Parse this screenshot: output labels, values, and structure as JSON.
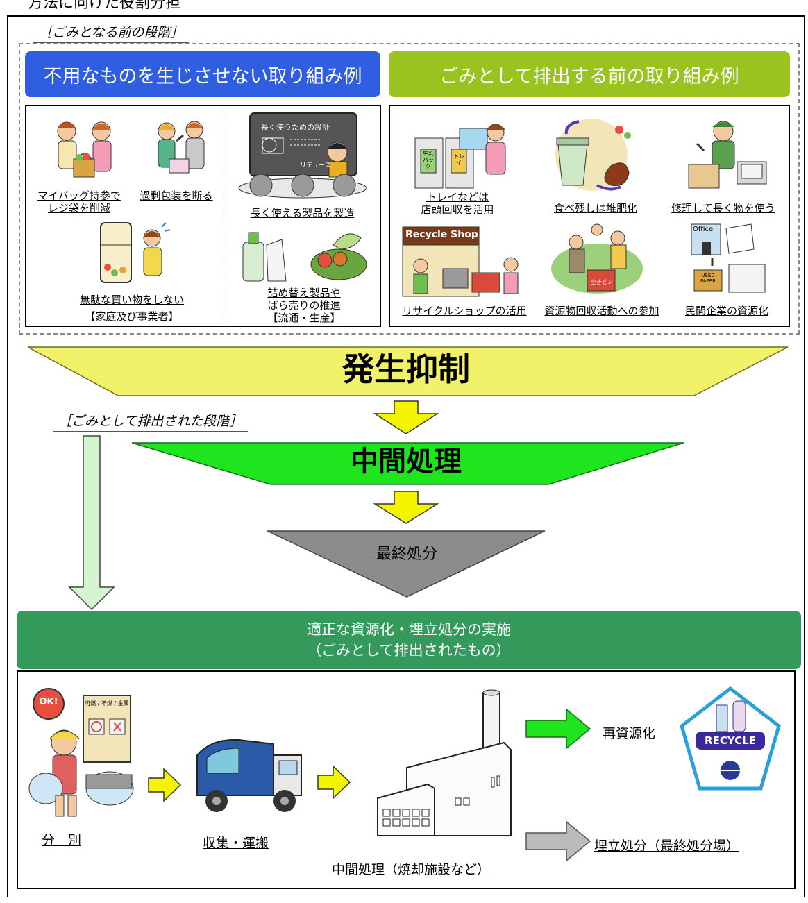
{
  "top_fragment": "方法に向けた役割分担",
  "stage_before": "［ごみとなる前の段階］",
  "stage_after": "［ごみとして排出された段階］",
  "banner_left": "不用なものを生じさせない取り組み例",
  "banner_right": "ごみとして排出する前の取り組み例",
  "left_panel": {
    "items": [
      {
        "line1": "マイバッグ持参で",
        "line2": "レジ袋を削減"
      },
      {
        "line1": "過剰包装を断る",
        "line2": ""
      },
      {
        "line1": "無駄な買い物をしない",
        "line2": ""
      }
    ],
    "group_label": "【家庭及び事業者】"
  },
  "mid_panel": {
    "board_title": "長く使うための設計",
    "board_sub": "リデュース",
    "items": [
      {
        "line1": "長く使える製品を製造",
        "line2": ""
      },
      {
        "line1": "詰め替え製品や",
        "line2": "ばら売りの推進"
      }
    ],
    "group_label": "【流通・生産】"
  },
  "right_panel": {
    "items": [
      {
        "line1": "トレイなどは",
        "line2": "店頭回収を活用",
        "tag1": "牛乳パック",
        "tag2": "トレイ"
      },
      {
        "line1": "食べ残しは堆肥化",
        "line2": ""
      },
      {
        "line1": "修理して長く物を使う",
        "line2": ""
      },
      {
        "line1": "リサイクルショップの活用",
        "line2": "",
        "sign": "Recycle Shop"
      },
      {
        "line1": "資源物回収活動への参加",
        "line2": "",
        "tag": "空きビン"
      },
      {
        "line1": "民間企業の資源化",
        "line2": "",
        "sign": "Office",
        "box": "USED PAPER"
      }
    ]
  },
  "funnel": {
    "level1": "発生抑制",
    "level2": "中間処理",
    "level3": "最終処分"
  },
  "bar": {
    "line1": "適正な資源化・埋立処分の実施",
    "line2": "（ごみとして排出されたもの）"
  },
  "flow": {
    "step1": "分　別",
    "step2": "収集・運搬",
    "step3": "中間処理（焼却施設など）",
    "out1": "再資源化",
    "out2": "埋立処分（最終処分場）",
    "ok_sign": "OK!",
    "bin_labels": "可燃 / 不燃 / 金属",
    "recycle_logo": "RECYCLE"
  },
  "colors": {
    "blue": "#2f5fe0",
    "lime": "#99c31f",
    "yellow": "#f2f26a",
    "green": "#1ee51e",
    "gray": "#8c8c8c",
    "bar_green": "#339a5c",
    "light_green_arrow": "#d4f5d0"
  }
}
